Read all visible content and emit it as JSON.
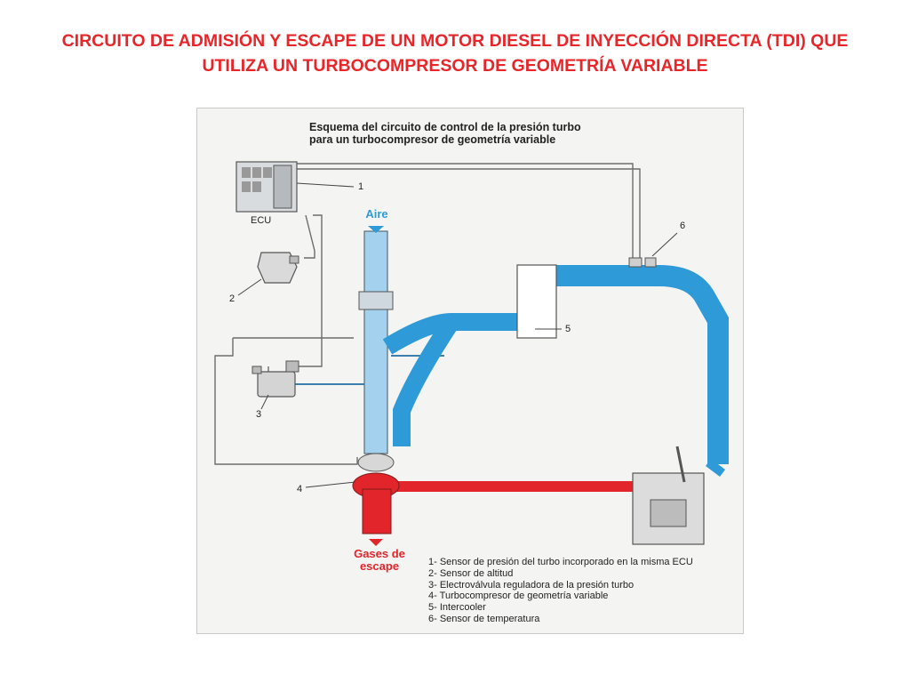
{
  "title": {
    "line1": "CIRCUITO DE ADMISIÓN Y ESCAPE DE UN MOTOR DIESEL DE INYECCIÓN DIRECTA (TDI) QUE",
    "line2": "UTILIZA UN TURBOCOMPRESOR DE GEOMETRÍA VARIABLE"
  },
  "figure": {
    "heading_line1": "Esquema del circuito de control de la presión turbo",
    "heading_line2": "para un turbocompresor de geometría variable",
    "ecu_label": "ECU",
    "aire_label": "Aire",
    "gases_line1": "Gases de",
    "gases_line2": "escape",
    "callouts": [
      "1",
      "2",
      "3",
      "4",
      "5",
      "6"
    ],
    "legend": [
      "1- Sensor de presión del turbo incorporado en la misma ECU",
      "2- Sensor de altitud",
      "3- Electroválvula reguladora de la presión turbo",
      "4- Turbocompresor de geometría variable",
      "5- Intercooler",
      "6- Sensor de temperatura"
    ]
  },
  "colors": {
    "title": "#e8262a",
    "air_duct": "#2e9ad8",
    "exhaust": "#e2252b",
    "line": "#555555"
  }
}
